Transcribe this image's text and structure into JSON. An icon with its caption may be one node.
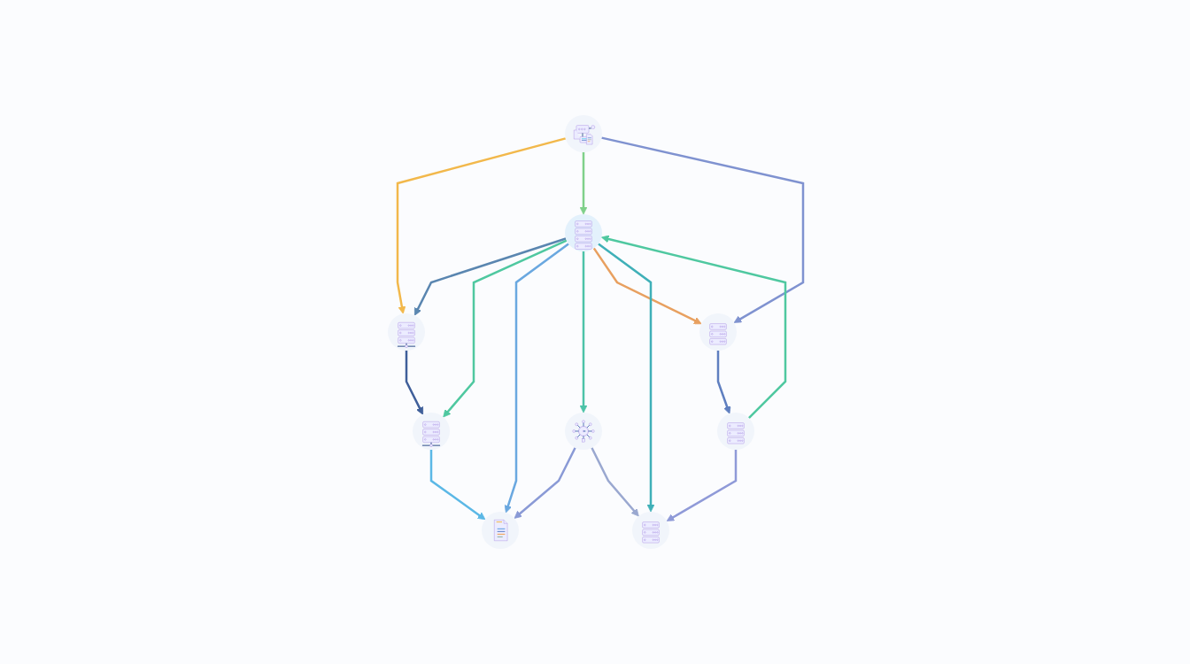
{
  "diagram": {
    "nodes": [
      {
        "text": [],
        "shape": "picture"
      },
      {
        "text": [],
        "shape": "picture"
      },
      {
        "text": [],
        "shape": "picture"
      },
      {
        "text": [],
        "shape": "picture"
      },
      {
        "text": [],
        "shape": "picture"
      },
      {
        "text": [],
        "shape": "picture"
      },
      {
        "text": [],
        "shape": "picture"
      },
      {
        "text": [],
        "shape": "picture"
      },
      {
        "text": [],
        "shape": "picture"
      }
    ],
    "edges": [
      {
        "from": 0,
        "to": 1,
        "arrow": "to",
        "color": "#3f5f9a"
      },
      {
        "from": 1,
        "to": 2,
        "arrow": "to",
        "color": "#5bb8e6"
      },
      {
        "from": 3,
        "to": 0,
        "arrow": "to",
        "color": "#f2b84b"
      },
      {
        "from": 4,
        "to": 0,
        "arrow": "to",
        "color": "#5a86b0"
      },
      {
        "from": 4,
        "to": 1,
        "arrow": "to",
        "color": "#4fc8a0"
      },
      {
        "from": 4,
        "to": 2,
        "arrow": "to",
        "color": "#6aa8e0"
      },
      {
        "from": 3,
        "to": 4,
        "arrow": "to",
        "color": "#7fd08a"
      },
      {
        "from": 4,
        "to": 5,
        "arrow": "to",
        "color": "#4cc3a8"
      },
      {
        "from": 5,
        "to": 2,
        "arrow": "to",
        "color": "#8a9ad6"
      },
      {
        "from": 3,
        "to": 6,
        "arrow": "to",
        "color": "#7f92d0"
      },
      {
        "from": 4,
        "to": 6,
        "arrow": "to",
        "color": "#e8a060"
      },
      {
        "from": 7,
        "to": 4,
        "arrow": "to",
        "color": "#4fc8a0"
      },
      {
        "from": 4,
        "to": 8,
        "arrow": "to",
        "color": "#3fb0b8"
      },
      {
        "from": 5,
        "to": 8,
        "arrow": "to",
        "color": "#9aa8d0"
      },
      {
        "from": 6,
        "to": 7,
        "arrow": "to",
        "color": "#5f7fc0"
      },
      {
        "from": 7,
        "to": 8,
        "arrow": "to",
        "color": "#8f9ad8"
      }
    ]
  }
}
